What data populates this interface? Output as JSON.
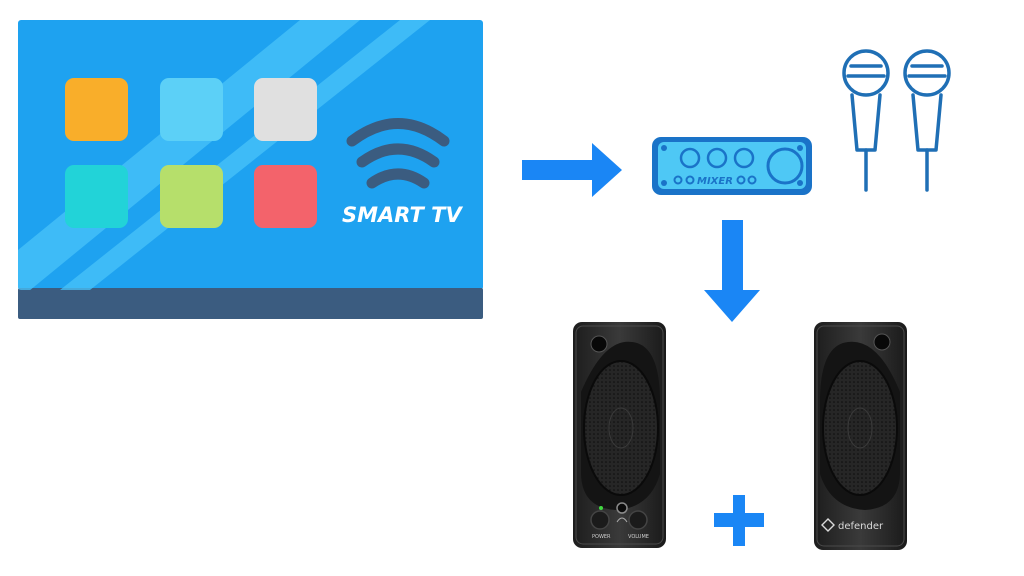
{
  "tv": {
    "label": "SMART TV",
    "tile_colors": [
      "#f9ae2a",
      "#5cd0f7",
      "#e0e0e0",
      "#22d3d8",
      "#b6df6b",
      "#f3636b"
    ],
    "screen_color": "#1ea2f0",
    "stand_color": "#3b5c80"
  },
  "mixer": {
    "label": "MIXER"
  },
  "speaker": {
    "power_label": "POWER",
    "volume_label": "VOLUME",
    "brand": "defender"
  },
  "colors": {
    "arrow": "#1a86f5",
    "mic": "#1f6fb5",
    "plus": "#1a86f5"
  }
}
